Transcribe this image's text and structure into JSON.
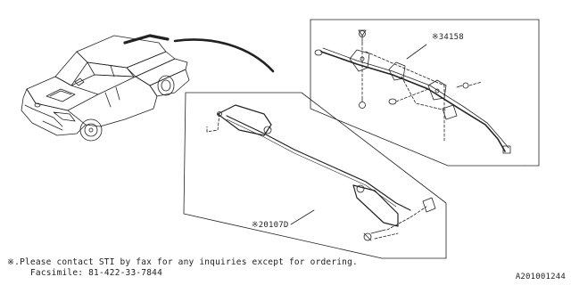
{
  "parts": [
    {
      "number": "※34158"
    },
    {
      "number": "※20107D"
    }
  ],
  "footnote": {
    "line1": "※.Please contact STI by fax for any inquiries except for ordering.",
    "line2": "Facsimile: 81-422-33-7844"
  },
  "reference_code": "A201001244",
  "colors": {
    "line": "#222222",
    "background": "#ffffff"
  }
}
